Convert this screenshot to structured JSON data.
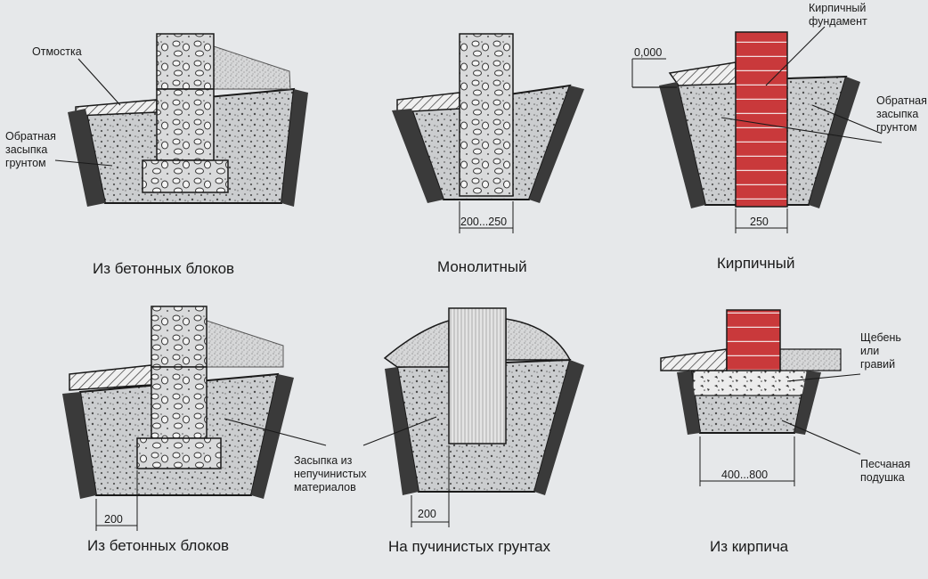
{
  "captions": {
    "top_1": "Из бетонных блоков",
    "top_2": "Монолитный",
    "top_3": "Кирпичный",
    "bottom_1": "Из бетонных блоков",
    "bottom_2": "На пучинистых грунтах",
    "bottom_3": "Из кирпича"
  },
  "callouts": {
    "otmostka": "Отмостка",
    "backfill_left": [
      "Обратная",
      "засыпка",
      "грунтом"
    ],
    "brick_foundation": [
      "Кирпичный",
      "фундамент"
    ],
    "backfill_right": [
      "Обратная",
      "засыпка",
      "грунтом"
    ],
    "nonheaving": [
      "Засыпка из",
      "непучинистых",
      "материалов"
    ],
    "gravel": [
      "Щебень",
      "или",
      "гравий"
    ],
    "sand": [
      "Песчаная",
      "подушка"
    ]
  },
  "dimensions": {
    "level": "0,000",
    "monolith_width": "200...250",
    "brick_width": "250",
    "block_base": "200",
    "heaving_base": "200",
    "cushion_width": "400...800"
  },
  "colors": {
    "background": "#e6e8ea",
    "soil": "#c9cbcd",
    "concrete": "#d2d3d4",
    "brick": "#c9393b",
    "ground_hatch": "#2a2a2a"
  }
}
